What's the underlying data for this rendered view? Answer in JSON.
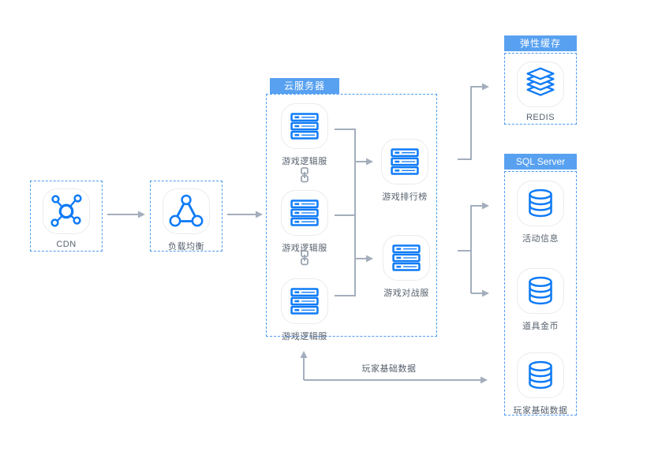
{
  "groups": {
    "cloud_server": {
      "tag": "云服务器"
    },
    "elastic_cache": {
      "tag": "弹性缓存"
    },
    "sql_server": {
      "tag": "SQL Server"
    }
  },
  "nodes": {
    "cdn": {
      "label": "CDN",
      "icon": "cdn-network-icon"
    },
    "load_balancer": {
      "label": "负载均衡",
      "icon": "load-balancer-icon"
    },
    "game_logic_1": {
      "label": "游戏逻辑服",
      "icon": "server-icon"
    },
    "game_logic_2": {
      "label": "游戏逻辑服",
      "icon": "server-icon"
    },
    "game_logic_3": {
      "label": "游戏逻辑服",
      "icon": "server-icon"
    },
    "game_leaderboard": {
      "label": "游戏排行榜",
      "icon": "server-icon"
    },
    "game_battle": {
      "label": "游戏对战服",
      "icon": "server-icon"
    },
    "redis": {
      "label": "REDIS",
      "icon": "cache-layers-icon"
    },
    "activity_info": {
      "label": "活动信息",
      "icon": "database-icon"
    },
    "item_coins": {
      "label": "道具金币",
      "icon": "database-icon"
    },
    "player_base_data": {
      "label": "玩家基础数据",
      "icon": "database-icon"
    }
  },
  "edges": {
    "feedback_label": "玩家基础数据"
  },
  "colors": {
    "icon_blue": "#0f7bf7",
    "tag_background": "#58a1f1",
    "dashed_border": "#4d9bf5",
    "arrow_gray": "#a3aebc",
    "label_text": "#57616e",
    "node_border": "#e9ebee"
  }
}
